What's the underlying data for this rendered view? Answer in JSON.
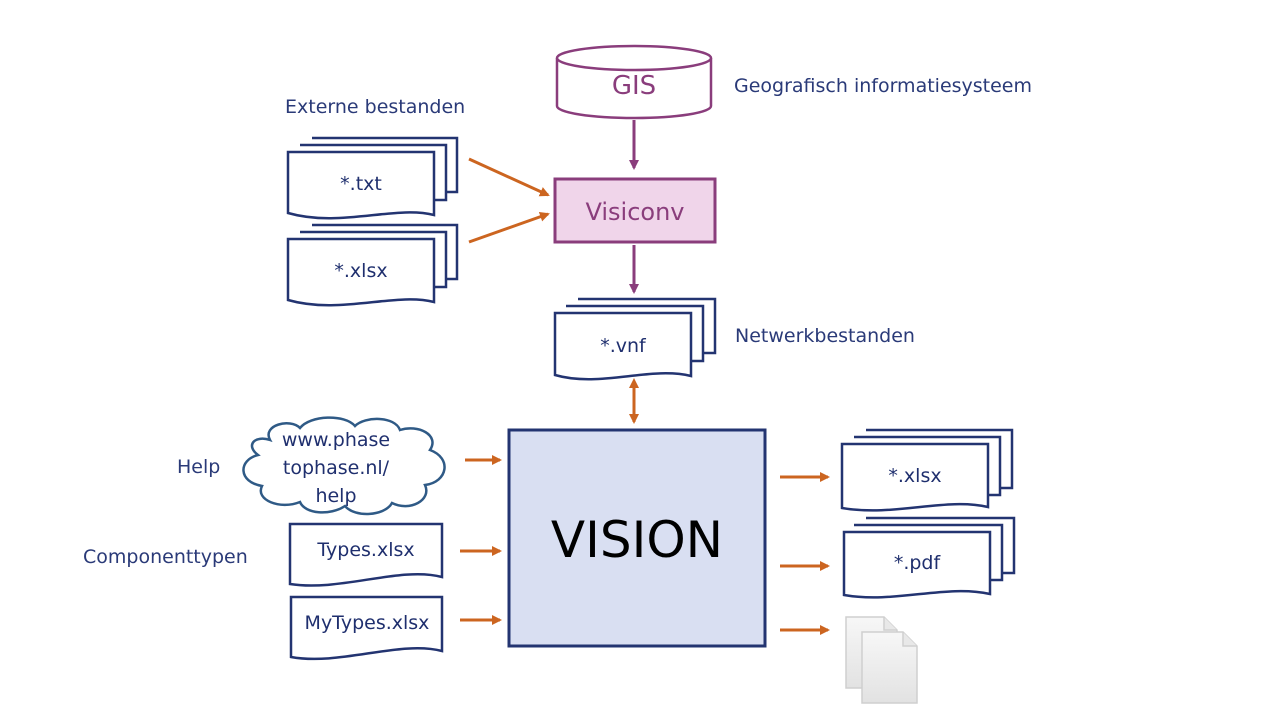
{
  "diagram": {
    "gis": {
      "label": "GIS",
      "description": "Geografisch informatiesysteem"
    },
    "visiconv": {
      "label": "Visiconv"
    },
    "external_files": {
      "title": "Externe bestanden",
      "files": [
        "*.txt",
        "*.xlsx"
      ]
    },
    "network_files": {
      "file": "*.vnf",
      "title": "Netwerkbestanden"
    },
    "vision": {
      "label": "VISION"
    },
    "help": {
      "label": "Help",
      "cloud_lines": [
        "www.phase",
        "tophase.nl/",
        "help"
      ]
    },
    "component_types": {
      "label": "Componenttypen",
      "files": [
        "Types.xlsx",
        "MyTypes.xlsx"
      ]
    },
    "outputs": {
      "files": [
        "*.xlsx",
        "*.pdf"
      ],
      "generic_icon": "documents-icon"
    },
    "colors": {
      "navy": "#233471",
      "purple": "#8a3d7c",
      "visiconv_fill": "#f0d5ea",
      "vision_fill": "#d9dff2",
      "orange_arrow": "#cc6520",
      "label_text": "#2a3a78"
    }
  }
}
